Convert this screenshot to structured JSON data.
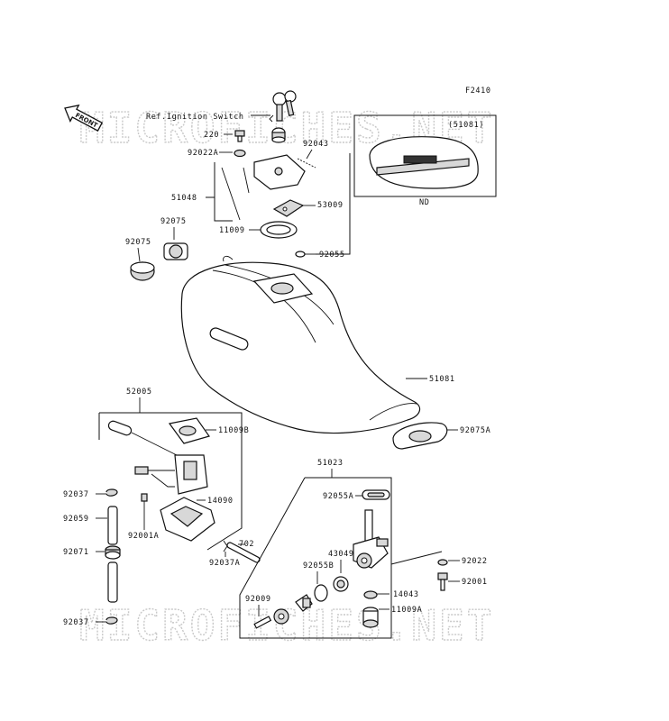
{
  "diagram_code": "F2410",
  "front_label": "FRONT",
  "ref_note": "Ref.Ignition Switch",
  "watermark": "MICROFICHES.NET",
  "inset_ref": "(51081)",
  "inset_caption": "ND",
  "parts": {
    "p220": "220",
    "p92022A": "92022A",
    "p92043": "92043",
    "p51048": "51048",
    "p53009": "53009",
    "p11009": "11009",
    "p92055": "92055",
    "p92075_a": "92075",
    "p92075_b": "92075",
    "p51081": "51081",
    "p92075A": "92075A",
    "p52005": "52005",
    "p11009B": "11009B",
    "p14090": "14090",
    "p92037_top": "92037",
    "p92059": "92059",
    "p92001A": "92001A",
    "p702": "702",
    "p92037A": "92037A",
    "p92071": "92071",
    "p92037_bot": "92037",
    "p51023": "51023",
    "p92055A": "92055A",
    "p43049": "43049",
    "p92055B": "92055B",
    "p92022": "92022",
    "p92001": "92001",
    "p14043": "14043",
    "p92009": "92009",
    "p11009A": "11009A"
  }
}
